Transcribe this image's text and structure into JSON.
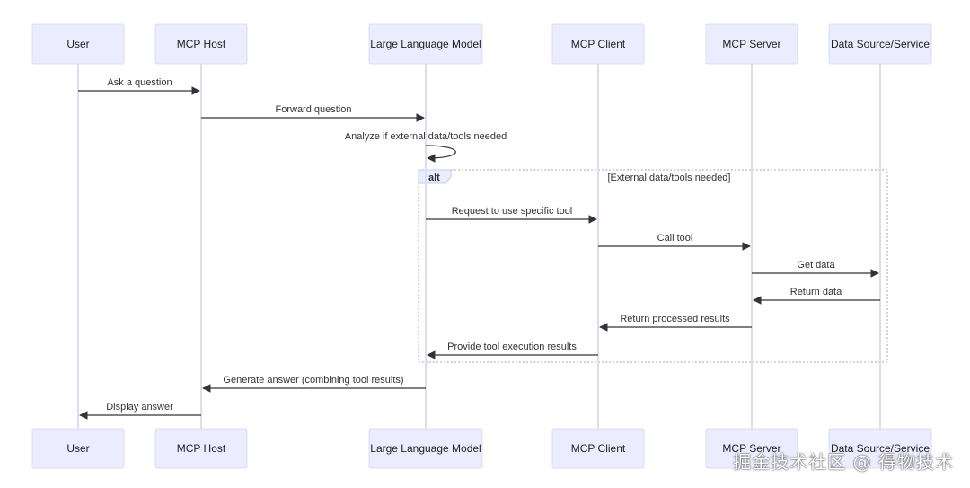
{
  "actors": [
    {
      "id": "user",
      "label": "User"
    },
    {
      "id": "host",
      "label": "MCP Host"
    },
    {
      "id": "llm",
      "label": "Large Language Model"
    },
    {
      "id": "client",
      "label": "MCP Client"
    },
    {
      "id": "server",
      "label": "MCP Server"
    },
    {
      "id": "datasource",
      "label": "Data Source/Service"
    }
  ],
  "messages": [
    {
      "from": "user",
      "to": "host",
      "label": "Ask a question"
    },
    {
      "from": "host",
      "to": "llm",
      "label": "Forward question"
    },
    {
      "from": "llm",
      "to": "llm",
      "label": "Analyze if external data/tools needed"
    },
    {
      "from": "llm",
      "to": "client",
      "label": "Request to use specific tool"
    },
    {
      "from": "client",
      "to": "server",
      "label": "Call tool"
    },
    {
      "from": "server",
      "to": "datasource",
      "label": "Get data"
    },
    {
      "from": "datasource",
      "to": "server",
      "label": "Return data"
    },
    {
      "from": "server",
      "to": "client",
      "label": "Return processed results"
    },
    {
      "from": "client",
      "to": "llm",
      "label": "Provide tool execution results"
    },
    {
      "from": "llm",
      "to": "host",
      "label": "Generate answer (combining tool results)"
    },
    {
      "from": "host",
      "to": "user",
      "label": "Display answer"
    }
  ],
  "alt_block": {
    "keyword": "alt",
    "condition": "[External data/tools needed]",
    "first_message": 3,
    "last_message": 8
  },
  "watermark": "掘金技术社区 @ 得物技术",
  "colors": {
    "actor_fill": "#ececff",
    "lifeline": "#dcdcf3",
    "arrow": "#333333"
  }
}
